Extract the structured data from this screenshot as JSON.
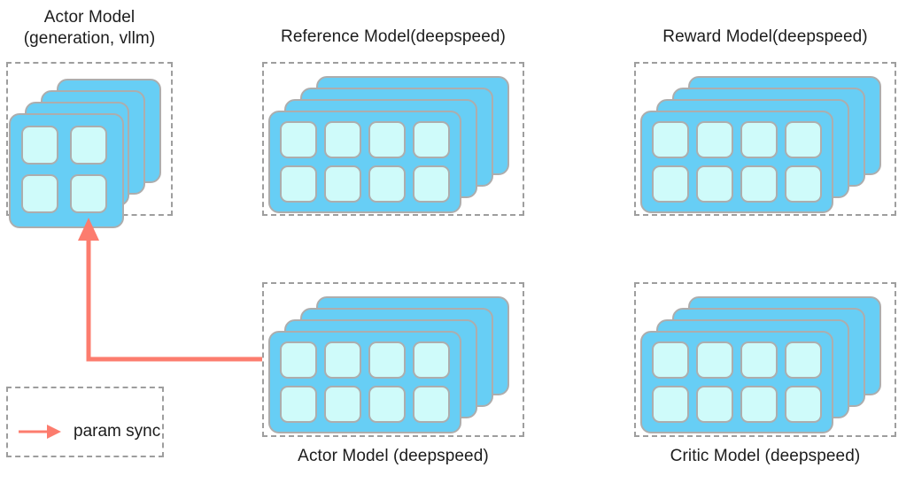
{
  "diagram": {
    "title_colors": {
      "card_fill": "#67CEF5",
      "chip_fill": "#CFFBFA",
      "card_border": "#adadad",
      "dashed_border": "#9e9e9e",
      "arrow": "#FC7C6E",
      "text": "#1c1c1c",
      "background": "#ffffff"
    },
    "groups": [
      {
        "id": "actor-vllm",
        "label": "Actor Model\n(generation, vllm)",
        "label_position": "above",
        "layers": 4,
        "chips": 4,
        "chip_grid": "2x2"
      },
      {
        "id": "reference-model",
        "label": "Reference Model(deepspeed)",
        "label_position": "above",
        "layers": 4,
        "chips": 8,
        "chip_grid": "4x2"
      },
      {
        "id": "reward-model",
        "label": "Reward Model(deepspeed)",
        "label_position": "above",
        "layers": 4,
        "chips": 8,
        "chip_grid": "4x2"
      },
      {
        "id": "actor-deepspeed",
        "label": "Actor Model (deepspeed)",
        "label_position": "below",
        "layers": 4,
        "chips": 8,
        "chip_grid": "4x2"
      },
      {
        "id": "critic-model",
        "label": "Critic Model (deepspeed)",
        "label_position": "below",
        "layers": 4,
        "chips": 8,
        "chip_grid": "4x2"
      }
    ],
    "connectors": [
      {
        "id": "param-sync-arrow",
        "from": "actor-deepspeed",
        "to": "actor-vllm",
        "label": "param sync",
        "style": "elbow-arrow"
      }
    ],
    "legend": {
      "items": [
        {
          "label": "param sync",
          "marker": "arrow-right"
        }
      ]
    }
  }
}
